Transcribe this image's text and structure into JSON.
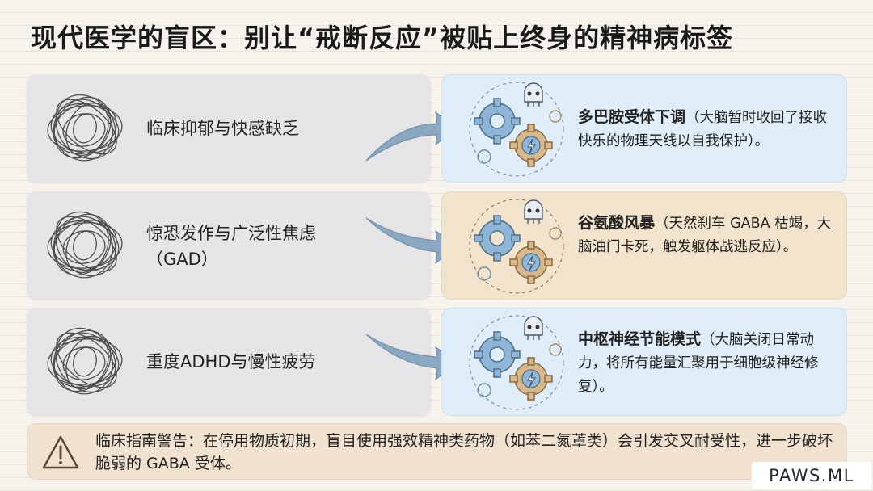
{
  "title": "现代医学的盲区：别让“戒断反应”被贴上终身的精神病标签",
  "rows": [
    {
      "symptom": "临床抑郁与快感缺乏",
      "mechanism_title": "多巴胺受体下调",
      "mechanism_detail": "（大脑暂时收回了接收快乐的物理天线以自我保护）。"
    },
    {
      "symptom": "惊恐发作与广泛性焦虑（GAD）",
      "mechanism_title": "谷氨酸风暴",
      "mechanism_detail": "（天然刹车 GABA 枯竭，大脑油门卡死，触发躯体战逃反应）。"
    },
    {
      "symptom": "重度ADHD与慢性疲劳",
      "mechanism_title": "中枢神经节能模式",
      "mechanism_detail": "（大脑关闭日常动力，将所有能量汇聚用于细胞级神经修复）。"
    }
  ],
  "warning": "临床指南警告：在停用物质初期，盲目使用强效精神类药物（如苯二氮䓬类）会引发交叉耐受性，进一步破坏脆弱的 GABA 受体。",
  "logo": "PAWS.ML",
  "colors": {
    "card_gray": "#e5e5e8",
    "card_blue": "#deedf7",
    "card_beige": "#f2e4cc",
    "gear_blue": "#8fb6d6",
    "gear_tan": "#d9b98c",
    "warning_bg": "#f1e2cf"
  },
  "icons": [
    "scribble-icon",
    "arrow-icon",
    "gear-icon",
    "skull-icon",
    "lightning-icon",
    "warning-triangle-icon"
  ]
}
